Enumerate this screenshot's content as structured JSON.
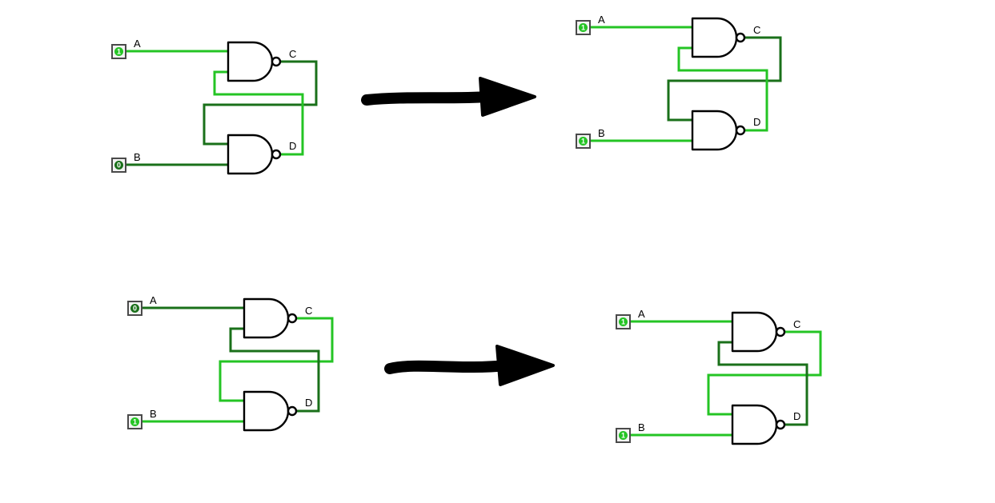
{
  "diagram": {
    "type": "logic-circuit-diagram",
    "subject": "Cross-coupled NAND gate SR latch states before and after input change",
    "colors": {
      "signal_high": "#24c424",
      "signal_low": "#1a701a",
      "gate_outline": "#000000",
      "arrow": "#000000",
      "text": "#000000"
    },
    "circuits": [
      {
        "position": "top-left",
        "gate_type": "NAND",
        "input_a": {
          "label": "A",
          "value": "1",
          "state": "high",
          "color": "#24c424"
        },
        "input_b": {
          "label": "B",
          "value": "0",
          "state": "low",
          "color": "#1a701a"
        },
        "output_c": {
          "label": "C",
          "state": "low",
          "color": "#1a701a"
        },
        "output_d": {
          "label": "D",
          "state": "high",
          "color": "#24c424"
        }
      },
      {
        "position": "top-right",
        "gate_type": "NAND",
        "input_a": {
          "label": "A",
          "value": "1",
          "state": "high",
          "color": "#24c424"
        },
        "input_b": {
          "label": "B",
          "value": "1",
          "state": "high",
          "color": "#24c424"
        },
        "output_c": {
          "label": "C",
          "state": "low",
          "color": "#1a701a"
        },
        "output_d": {
          "label": "D",
          "state": "high",
          "color": "#24c424"
        }
      },
      {
        "position": "bottom-left",
        "gate_type": "NAND",
        "input_a": {
          "label": "A",
          "value": "0",
          "state": "low",
          "color": "#1a701a"
        },
        "input_b": {
          "label": "B",
          "value": "1",
          "state": "high",
          "color": "#24c424"
        },
        "output_c": {
          "label": "C",
          "state": "high",
          "color": "#24c424"
        },
        "output_d": {
          "label": "D",
          "state": "low",
          "color": "#1a701a"
        }
      },
      {
        "position": "bottom-right",
        "gate_type": "NAND",
        "input_a": {
          "label": "A",
          "value": "1",
          "state": "high",
          "color": "#24c424"
        },
        "input_b": {
          "label": "B",
          "value": "1",
          "state": "high",
          "color": "#24c424"
        },
        "output_c": {
          "label": "C",
          "state": "high",
          "color": "#24c424"
        },
        "output_d": {
          "label": "D",
          "state": "low",
          "color": "#1a701a"
        }
      }
    ],
    "arrows": [
      {
        "from": "top-left",
        "to": "top-right"
      },
      {
        "from": "bottom-left",
        "to": "bottom-right"
      }
    ]
  }
}
